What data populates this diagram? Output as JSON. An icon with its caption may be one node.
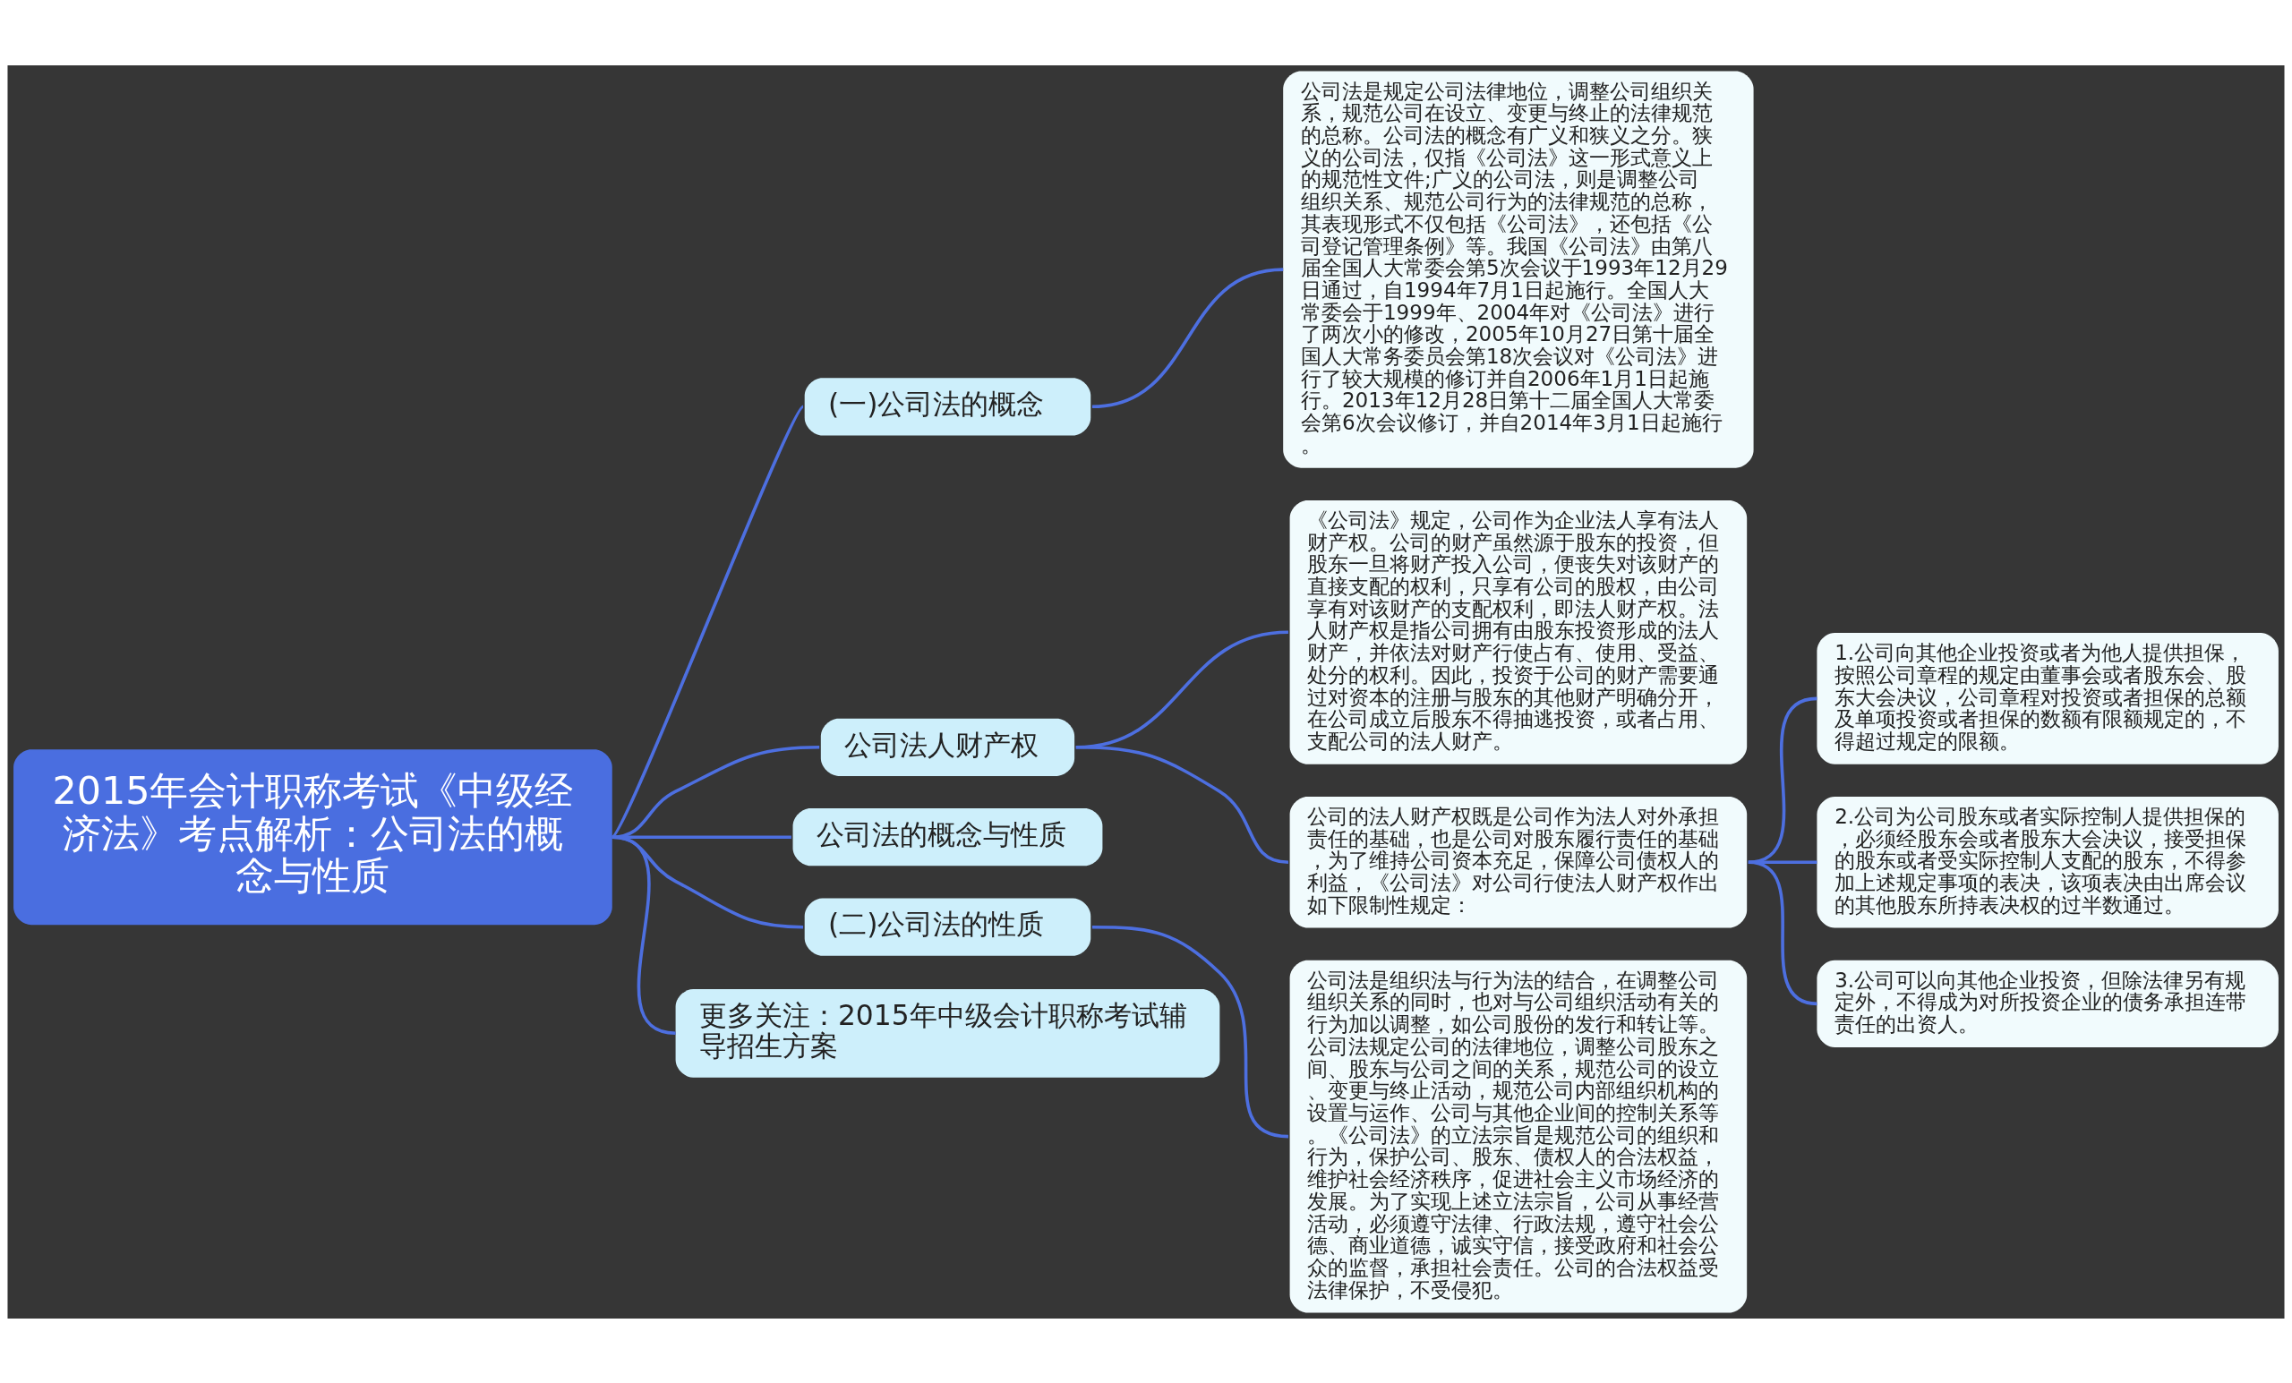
{
  "diagram": {
    "nodes": [
      {
        "text": [
          "2015年会计职称考试《中级经济法》考点解析：公司法的概念与性质"
        ]
      },
      {
        "text": [
          "(一)公司法的概念"
        ]
      },
      {
        "text": [
          "公司法是规定公司法律地位，调整公司组织关系，规范公司在设立、变更与终止的法律规范的总称。公司法的概念有广义和狭义之分。狭义的公司法，仅指《公司法》这一形式意义上的规范性文件;广义的公司法，则是调整公司组织关系、规范公司行为的法律规范的总称，其表现形式不仅包括《公司法》，还包括《公司登记管理条例》等。我国《公司法》由第八届全国人大常委会第5次会议于1993年12月29日通过，自1994年7月1日起施行。全国人大常委会于1999年、2004年对《公司法》进行了两次小的修改，2005年10月27日第十届全国人大常务委员会第18次会议对《公司法》进行了较大规模的修订并自2006年1月1日起施行。2013年12月28日第十二届全国人大常委会第6次会议修订，并自2014年3月1日起施行。"
        ]
      },
      {
        "text": [
          "公司法人财产权"
        ]
      },
      {
        "text": [
          "《公司法》规定，公司作为企业法人享有法人财产权。公司的财产虽然源于股东的投资，但股东一旦将财产投入公司，便丧失对该财产的直接支配的权利，只享有公司的股权，由公司享有对该财产的支配权利，即法人财产权。法人财产权是指公司拥有由股东投资形成的法人财产，并依法对财产行使占有、使用、受益、处分的权利。因此，投资于公司的财产需要通过对资本的注册与股东的其他财产明确分开，在公司成立后股东不得抽逃投资，或者占用、支配公司的法人财产。"
        ]
      },
      {
        "text": [
          "公司的法人财产权既是公司作为法人对外承担责任的基础，也是公司对股东履行责任的基础，为了维持公司资本充足，保障公司债权人的利益，《公司法》对公司行使法人财产权作出如下限制性规定："
        ]
      },
      {
        "text": [
          "1.公司向其他企业投资或者为他人提供担保，按照公司章程的规定由董事会或者股东会、股东大会决议，公司章程对投资或者担保的总额及单项投资或者担保的数额有限额规定的，不得超过规定的限额。"
        ]
      },
      {
        "text": [
          "2.公司为公司股东或者实际控制人提供担保的，必须经股东会或者股东大会决议，接受担保的股东或者受实际控制人支配的股东，不得参加上述规定事项的表决，该项表决由出席会议的其他股东所持表决权的过半数通过。"
        ]
      },
      {
        "text": [
          "3.公司可以向其他企业投资，但除法律另有规定外，不得成为对所投资企业的债务承担连带责任的出资人。"
        ]
      },
      {
        "text": [
          "公司法的概念与性质"
        ]
      },
      {
        "text": [
          "(二)公司法的性质"
        ]
      },
      {
        "text": [
          "公司法是组织法与行为法的结合，在调整公司组织关系的同时，也对与公司组织活动有关的行为加以调整，如公司股份的发行和转让等。公司法规定公司的法律地位，调整公司股东之间、股东与公司之间的关系，规范公司的设立、变更与终止活动，规范公司内部组织机构的设置与运作、公司与其他企业间的控制关系等。《公司法》的立法宗旨是规范公司的组织和行为，保护公司、股东、债权人的合法权益，维护社会经济秩序，促进社会主义市场经济的发展。为了实现上述立法宗旨，公司从事经营活动，必须遵守法律、行政法规，遵守社会公德、商业道德，诚实守信，接受政府和社会公众的监督，承担社会责任。公司的合法权益受法律保护，不受侵犯。"
        ]
      },
      {
        "text": [
          "更多关注：2015年中级会计职称考试辅导招生方案"
        ]
      }
    ],
    "edges": [
      {
        "from": 0,
        "to": 1,
        "arrow": "none"
      },
      {
        "from": 1,
        "to": 2,
        "arrow": "none"
      },
      {
        "from": 0,
        "to": 3,
        "arrow": "none"
      },
      {
        "from": 3,
        "to": 4,
        "arrow": "none"
      },
      {
        "from": 3,
        "to": 5,
        "arrow": "none"
      },
      {
        "from": 5,
        "to": 6,
        "arrow": "none"
      },
      {
        "from": 5,
        "to": 7,
        "arrow": "none"
      },
      {
        "from": 5,
        "to": 8,
        "arrow": "none"
      },
      {
        "from": 0,
        "to": 9,
        "arrow": "none"
      },
      {
        "from": 0,
        "to": 10,
        "arrow": "none"
      },
      {
        "from": 10,
        "to": 11,
        "arrow": "none"
      },
      {
        "from": 0,
        "to": 12,
        "arrow": "none"
      }
    ]
  }
}
